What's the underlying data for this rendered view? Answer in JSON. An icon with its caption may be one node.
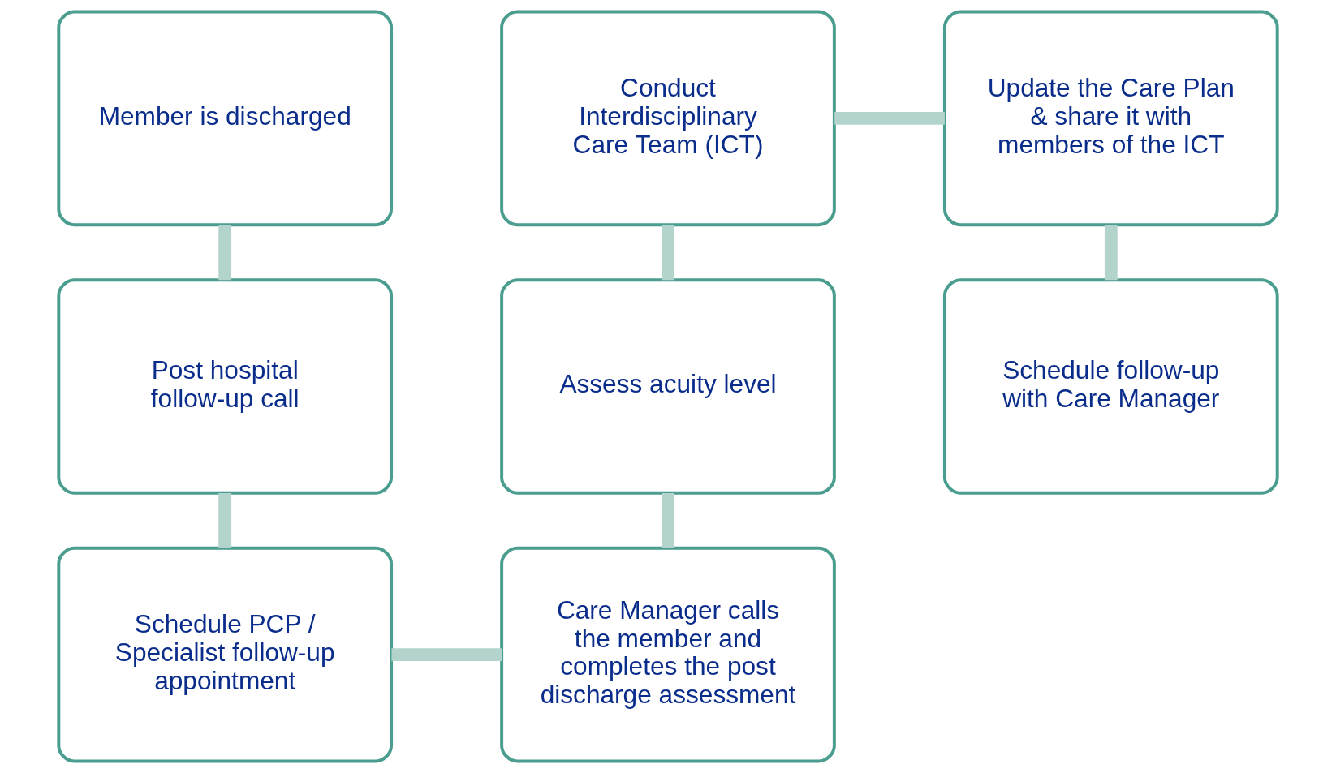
{
  "diagram": {
    "nodes": [
      {
        "text": [
          "Member is discharged"
        ]
      },
      {
        "text": [
          "Post hospital follow-up call"
        ]
      },
      {
        "text": [
          "Schedule PCP / Specialist follow-up appointment"
        ]
      },
      {
        "text": [
          "Care Manager calls the member and completes the post discharge assessment"
        ]
      },
      {
        "text": [
          "Assess acuity level"
        ]
      },
      {
        "text": [
          "Conduct Interdisciplinary Care Team (ICT)"
        ]
      },
      {
        "text": [
          "Update the Care Plan & share it with members of the ICT"
        ]
      },
      {
        "text": [
          "Schedule follow-up with Care Manager"
        ]
      }
    ],
    "edges": [
      {
        "from": 0,
        "to": 1,
        "arrow": "none"
      },
      {
        "from": 1,
        "to": 2,
        "arrow": "none"
      },
      {
        "from": 2,
        "to": 3,
        "arrow": "none"
      },
      {
        "from": 3,
        "to": 4,
        "arrow": "none"
      },
      {
        "from": 4,
        "to": 5,
        "arrow": "none"
      },
      {
        "from": 5,
        "to": 6,
        "arrow": "none"
      },
      {
        "from": 6,
        "to": 7,
        "arrow": "none"
      }
    ]
  }
}
